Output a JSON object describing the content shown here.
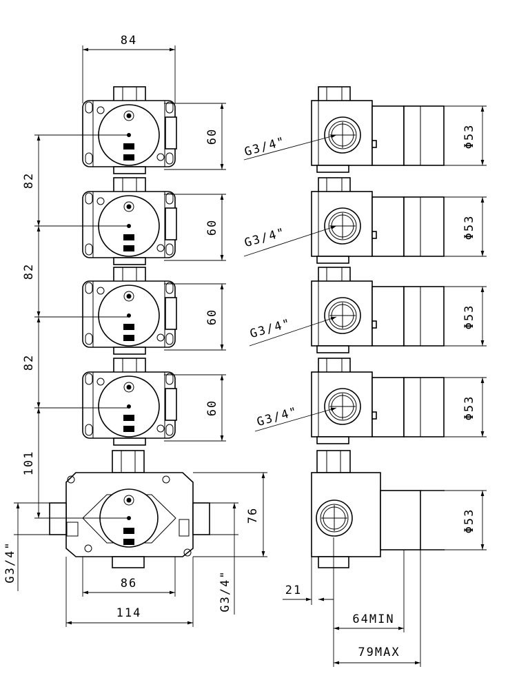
{
  "dimensions": {
    "top_width": "84",
    "module_height": "60",
    "module_pitch": "82",
    "bottom_pitch": "101",
    "bottom_height": "76",
    "bottom_inner_width": "86",
    "bottom_outer_width": "114",
    "thread_left": "G3/4\"",
    "thread_right_bottom": "G3/4\"",
    "side_thread": "G3/4\"",
    "diameter": "Φ53",
    "depth_front": "21",
    "depth_min": "64MIN",
    "depth_max": "79MAX"
  }
}
